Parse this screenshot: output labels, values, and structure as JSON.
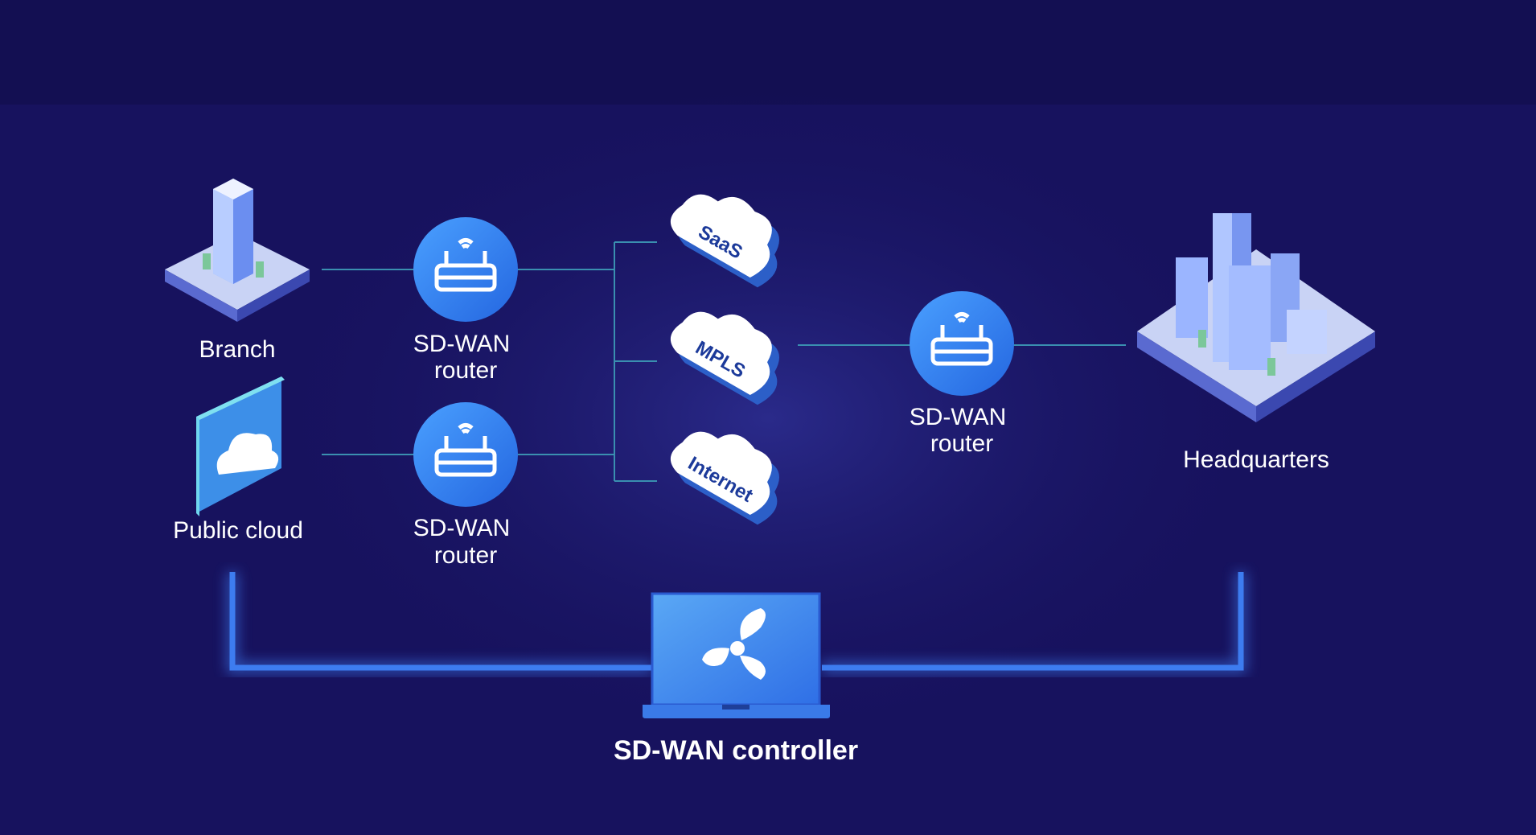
{
  "nodes": {
    "branch": {
      "label": "Branch"
    },
    "public_cloud": {
      "label": "Public cloud"
    },
    "router_top": {
      "line1": "SD-WAN",
      "line2": "router"
    },
    "router_bottom": {
      "line1": "SD-WAN",
      "line2": "router"
    },
    "router_hq": {
      "line1": "SD-WAN",
      "line2": "router"
    },
    "headquarters": {
      "label": "Headquarters"
    },
    "controller": {
      "label": "SD-WAN controller"
    }
  },
  "clouds": [
    {
      "label": "SaaS"
    },
    {
      "label": "MPLS"
    },
    {
      "label": "Internet"
    }
  ],
  "colors": {
    "background": "#17125e",
    "top_band": "#130f52",
    "router_blue": "#2f7ff0",
    "link_line": "#3a8fb0",
    "controller_bracket": "#3d7cf0"
  }
}
